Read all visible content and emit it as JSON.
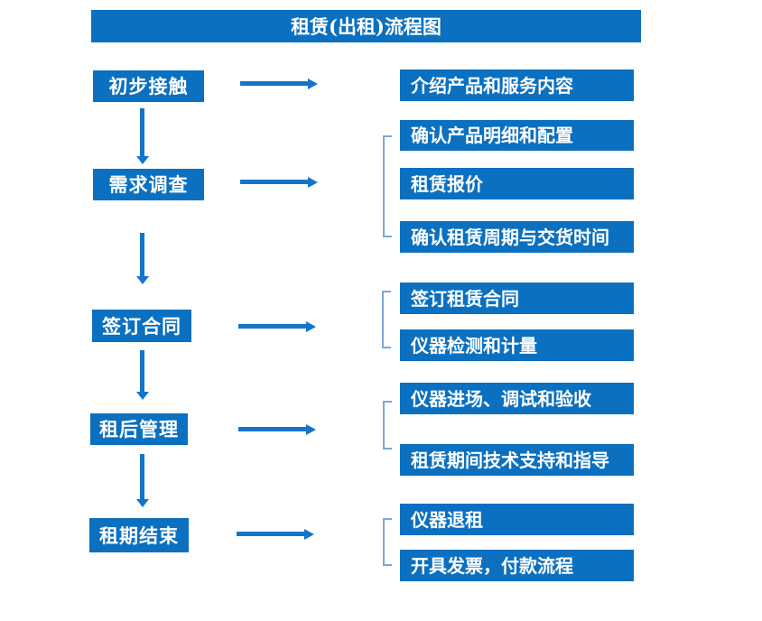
{
  "title": "租赁(出租)流程图",
  "colors": {
    "box": "#0b70c0",
    "arrow": "#1474c9",
    "bracket": "#7da7d9",
    "text": "#ffffff",
    "background": "#ffffff"
  },
  "stages": [
    {
      "label": "初步接触",
      "details": [
        "介绍产品和服务内容"
      ]
    },
    {
      "label": "需求调查",
      "details": [
        "确认产品明细和配置",
        "租赁报价",
        "确认租赁周期与交货时间"
      ]
    },
    {
      "label": "签订合同",
      "details": [
        "签订租赁合同",
        "仪器检测和计量"
      ]
    },
    {
      "label": "租后管理",
      "details": [
        "仪器进场、调试和验收",
        "租赁期间技术支持和指导"
      ]
    },
    {
      "label": "租期结束",
      "details": [
        "仪器退租",
        "开具发票，付款流程"
      ]
    }
  ]
}
